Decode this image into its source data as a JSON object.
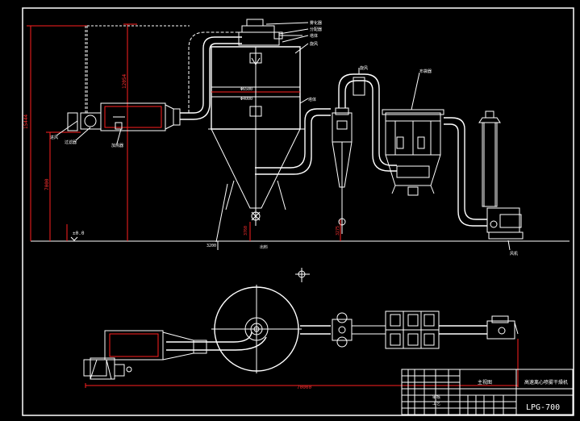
{
  "drawing": {
    "model": "LPG-700",
    "title_block": {
      "label_1": "主视图",
      "label_2": "高速离心喷雾干燥机"
    }
  }
}
